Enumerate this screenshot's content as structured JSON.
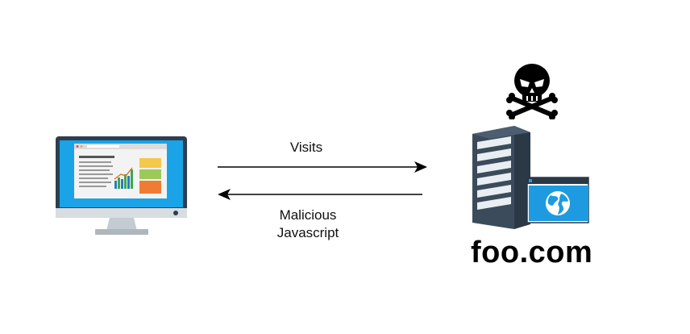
{
  "edges": {
    "visits": {
      "label": "Visits"
    },
    "malicious": {
      "label_line1": "Malicious",
      "label_line2": "Javascript"
    }
  },
  "server": {
    "domain": "foo.com"
  },
  "icons": {
    "client": "desktop-computer-icon",
    "server": "server-tower-icon",
    "web": "globe-browser-window-icon",
    "threat": "skull-crossbones-icon"
  },
  "colors": {
    "monitor_screen": "#1aa3e6",
    "monitor_bezel": "#2d3e50",
    "server_body": "#3b4b5c",
    "globe_window": "#1e9be0",
    "arrow": "#000000"
  }
}
